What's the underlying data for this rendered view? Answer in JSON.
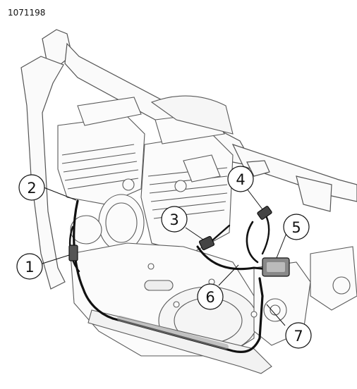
{
  "figure_id": "1071198",
  "callouts": [
    {
      "label": "1"
    },
    {
      "label": "2"
    },
    {
      "label": "3"
    },
    {
      "label": "4"
    },
    {
      "label": "5"
    },
    {
      "label": "6"
    },
    {
      "label": "7"
    }
  ],
  "colors": {
    "line": "#555555",
    "harness": "#111111",
    "callout_ring": "#111111"
  }
}
